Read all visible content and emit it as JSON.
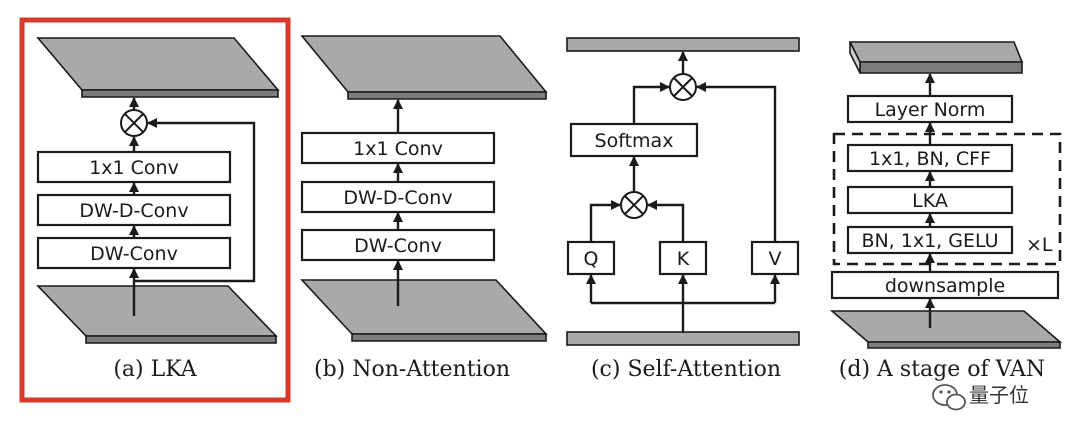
{
  "highlight_color": "#d7392b",
  "plate_color": "#a9a9a9",
  "panels": {
    "lka": {
      "caption": "(a) LKA",
      "blocks": [
        "1x1 Conv",
        "DW-D-Conv",
        "DW-Conv"
      ]
    },
    "non_attention": {
      "caption": "(b) Non-Attention",
      "blocks": [
        "1x1 Conv",
        "DW-D-Conv",
        "DW-Conv"
      ]
    },
    "self_attention": {
      "caption": "(c) Self-Attention",
      "softmax": "Softmax",
      "q": "Q",
      "k": "K",
      "v": "V"
    },
    "van_stage": {
      "caption": "(d) A stage of VAN",
      "layer_norm": "Layer Norm",
      "blocks": [
        "1x1, BN, CFF",
        "LKA",
        "BN, 1x1, GELU"
      ],
      "downsample": "downsample",
      "repeat": "×L"
    }
  },
  "watermark": "量子位",
  "icons": [
    "multiply-circle-icon",
    "wechat-icon"
  ]
}
